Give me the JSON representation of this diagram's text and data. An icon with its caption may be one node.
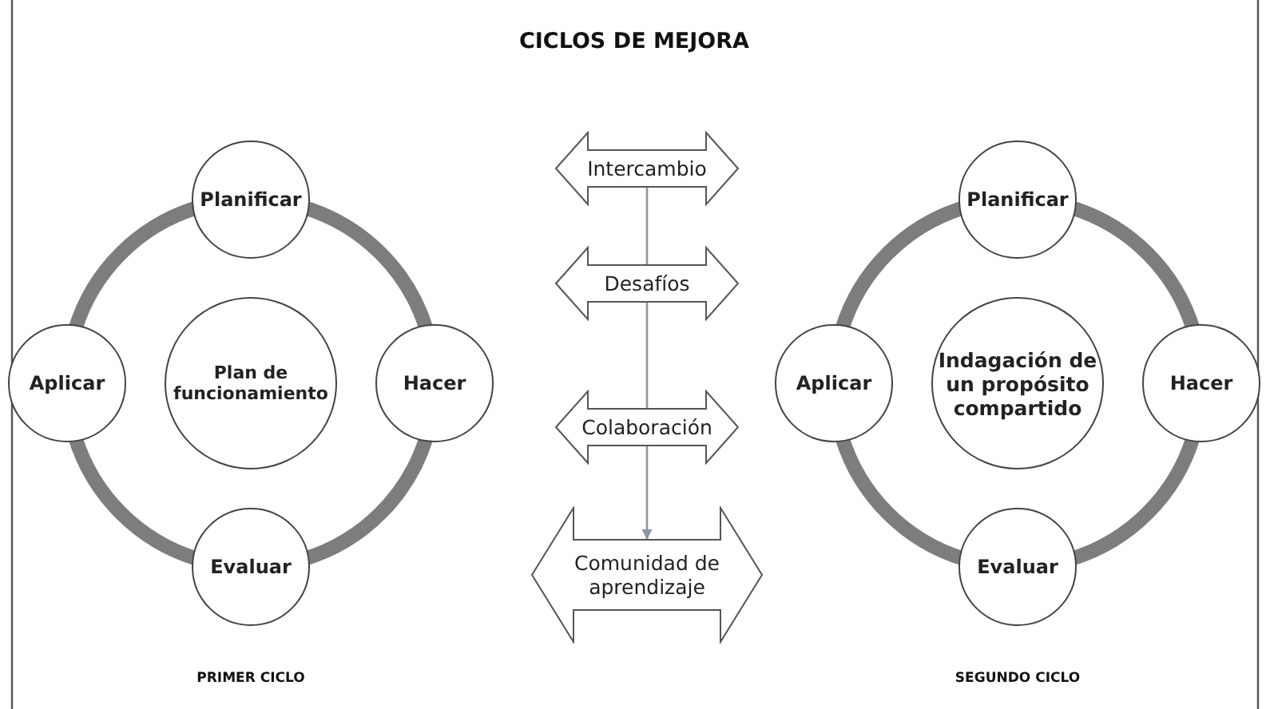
{
  "diagram": {
    "title": "CICLOS DE MEJORA",
    "nodes": [
      {
        "text": [
          "Planificar"
        ]
      },
      {
        "text": [
          "Aplicar"
        ]
      },
      {
        "text": [
          "Plan de funcionamiento"
        ]
      },
      {
        "text": [
          "Hacer"
        ]
      },
      {
        "text": [
          "Evaluar"
        ]
      },
      {
        "text": [
          "Intercambio"
        ]
      },
      {
        "text": [
          "Desafíos"
        ]
      },
      {
        "text": [
          "Colaboración"
        ]
      },
      {
        "text": [
          "Comunidad de aprendizaje"
        ]
      },
      {
        "text": [
          "Planificar"
        ]
      },
      {
        "text": [
          "Aplicar"
        ]
      },
      {
        "text": [
          "Indagación de un propósito compartido"
        ]
      },
      {
        "text": [
          "Hacer"
        ]
      },
      {
        "text": [
          "Evaluar"
        ]
      }
    ],
    "edges": [
      {
        "from": 0,
        "to": 3,
        "arrow": "none"
      },
      {
        "from": 3,
        "to": 4,
        "arrow": "none"
      },
      {
        "from": 4,
        "to": 1,
        "arrow": "none"
      },
      {
        "from": 1,
        "to": 0,
        "arrow": "none"
      },
      {
        "from": 5,
        "to": 6,
        "arrow": "none",
        "color": "#8a97a6"
      },
      {
        "from": 6,
        "to": 7,
        "arrow": "none",
        "color": "#8a97a6"
      },
      {
        "from": 7,
        "to": 8,
        "arrow": "to",
        "color": "#8a97a6"
      },
      {
        "from": 9,
        "to": 12,
        "arrow": "none"
      },
      {
        "from": 12,
        "to": 13,
        "arrow": "none"
      },
      {
        "from": 13,
        "to": 10,
        "arrow": "none"
      },
      {
        "from": 10,
        "to": 9,
        "arrow": "none"
      }
    ],
    "labels": [
      "PRIMER CICLO",
      "SEGUNDO CICLO"
    ]
  }
}
